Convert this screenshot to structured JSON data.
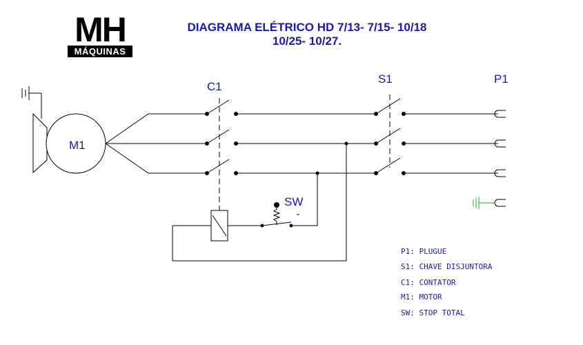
{
  "logo": {
    "mark": "MH",
    "subtitle": "MÁQUINAS"
  },
  "title": {
    "line1": "DIAGRAMA ELÉTRICO HD 7/13- 7/15- 10/18",
    "line2": "10/25- 10/27."
  },
  "labels": {
    "c1": "C1",
    "s1": "S1",
    "p1": "P1",
    "m1": "M1",
    "sw": "SW"
  },
  "legend": [
    "P1: PLUGUE",
    "S1: CHAVE DISJUNTORA",
    "C1: CONTATOR",
    "M1: MOTOR",
    "SW: STOP TOTAL"
  ],
  "colors": {
    "wire": "#000000",
    "text": "#1a1aa6",
    "ground_plug": "#22aa22"
  }
}
